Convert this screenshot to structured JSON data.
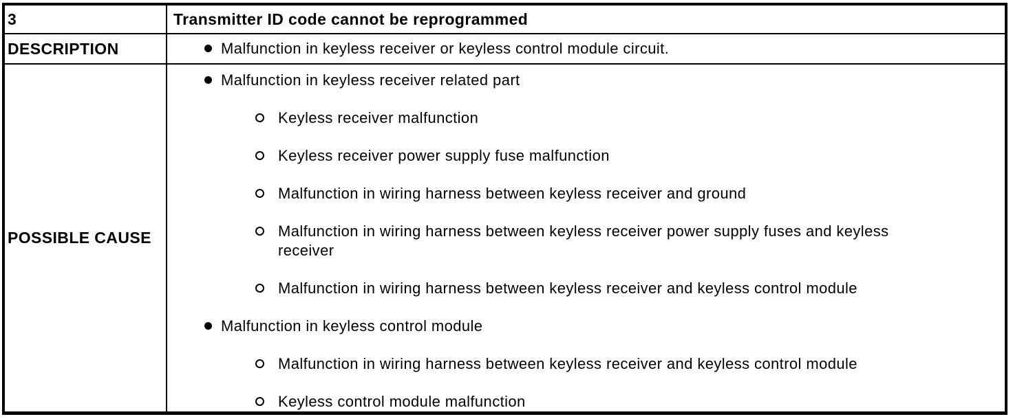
{
  "colors": {
    "text": "#000000",
    "background": "#ffffff",
    "border": "#000000"
  },
  "table": {
    "code": "3",
    "title": "Transmitter ID code cannot be reprogrammed",
    "description": {
      "label": "DESCRIPTION",
      "items": [
        "Malfunction in keyless receiver or keyless control module circuit."
      ]
    },
    "possible_cause": {
      "label": "POSSIBLE CAUSE",
      "groups": [
        {
          "text": "Malfunction in keyless receiver related part",
          "sub_items": [
            "Keyless receiver malfunction",
            "Keyless receiver power supply fuse malfunction",
            "Malfunction in wiring harness between keyless receiver and ground",
            "Malfunction in wiring harness between keyless receiver power supply fuses and keyless receiver",
            "Malfunction in wiring harness between keyless receiver and keyless control module"
          ]
        },
        {
          "text": "Malfunction in keyless control module",
          "sub_items": [
            "Malfunction in wiring harness between keyless receiver and keyless control module",
            "Keyless control module malfunction"
          ]
        }
      ]
    }
  }
}
